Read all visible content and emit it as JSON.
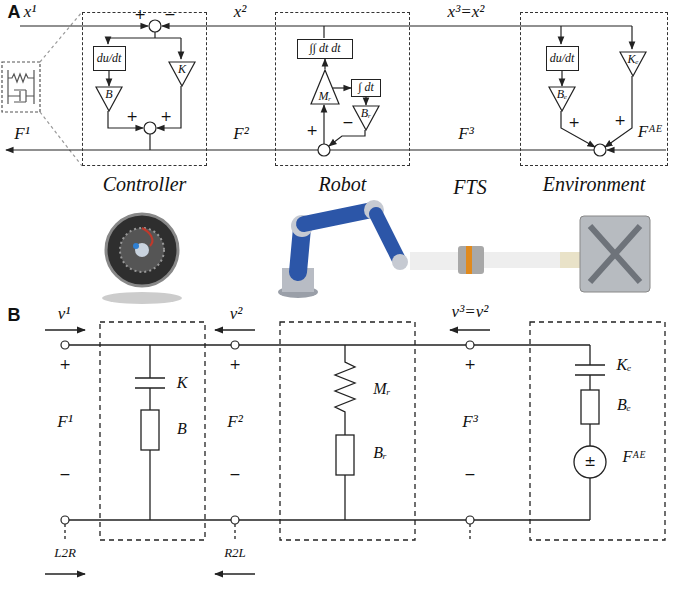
{
  "diagram": {
    "nodes": [
      {
        "text": [
          "Controller"
        ]
      },
      {
        "text": [
          "du/dt"
        ],
        "in": 0
      },
      {
        "text": [
          "B"
        ],
        "in": 0
      },
      {
        "text": [
          "K"
        ],
        "in": 0
      },
      {
        "text": [
          "Robot"
        ]
      },
      {
        "text": [
          "∫∫ dt dt"
        ],
        "in": 4
      },
      {
        "text": [
          "∫ dt"
        ],
        "in": 4
      },
      {
        "text": [
          "Mᵣ"
        ],
        "in": 4
      },
      {
        "text": [
          "Bᵣ"
        ],
        "in": 4
      },
      {
        "text": [
          "Environment"
        ]
      },
      {
        "text": [
          "du/dt"
        ],
        "in": 9
      },
      {
        "text": [
          "Bₑ"
        ],
        "in": 9
      },
      {
        "text": [
          "Kₑ"
        ],
        "in": 9
      }
    ],
    "edges": [
      {
        "from": 1,
        "to": 2,
        "arrow": "to"
      },
      {
        "from": 7,
        "to": 5,
        "arrow": "to"
      },
      {
        "from": 7,
        "to": 6,
        "arrow": "to"
      },
      {
        "from": 6,
        "to": 8,
        "arrow": "to"
      },
      {
        "from": 10,
        "to": 11,
        "arrow": "to"
      }
    ],
    "labels": [
      "A",
      "x¹",
      "+",
      "−",
      "x²",
      "x³=x²",
      "F¹",
      "+",
      "+",
      "F²",
      "−",
      "+",
      "F³",
      "+",
      "+",
      "Fᴬᴱ",
      "FTS",
      "B",
      "v¹",
      "v²",
      "v³=v²",
      "+",
      "F¹",
      "−",
      "+",
      "F²",
      "−",
      "+",
      "F³",
      "−",
      "K",
      "B",
      "Mᵣ",
      "Bᵣ",
      "Kₑ",
      "Bₑ",
      "±",
      "Fᴬᴱ",
      "L2R",
      "R2L"
    ]
  }
}
